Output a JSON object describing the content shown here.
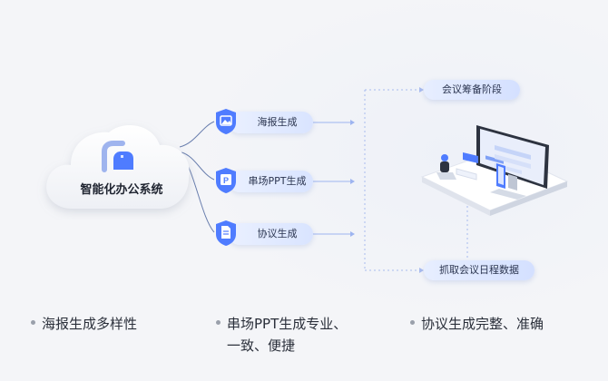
{
  "center": {
    "label": "智能化办公系统"
  },
  "branches": [
    {
      "label": "海报生成",
      "icon": "image-icon"
    },
    {
      "label": "串场PPT生成",
      "icon": "ppt-icon"
    },
    {
      "label": "协议生成",
      "icon": "document-icon"
    }
  ],
  "stages": {
    "top": "会议筹备阶段",
    "bottom": "抓取会议日程数据"
  },
  "features": [
    {
      "line1": "海报生成多样性",
      "line2": ""
    },
    {
      "line1": "串场PPT生成专业、",
      "line2": "一致、便捷"
    },
    {
      "line1": "协议生成完整、准确",
      "line2": ""
    }
  ],
  "colors": {
    "accent": "#4f7cff",
    "line": "#9db4f0"
  }
}
